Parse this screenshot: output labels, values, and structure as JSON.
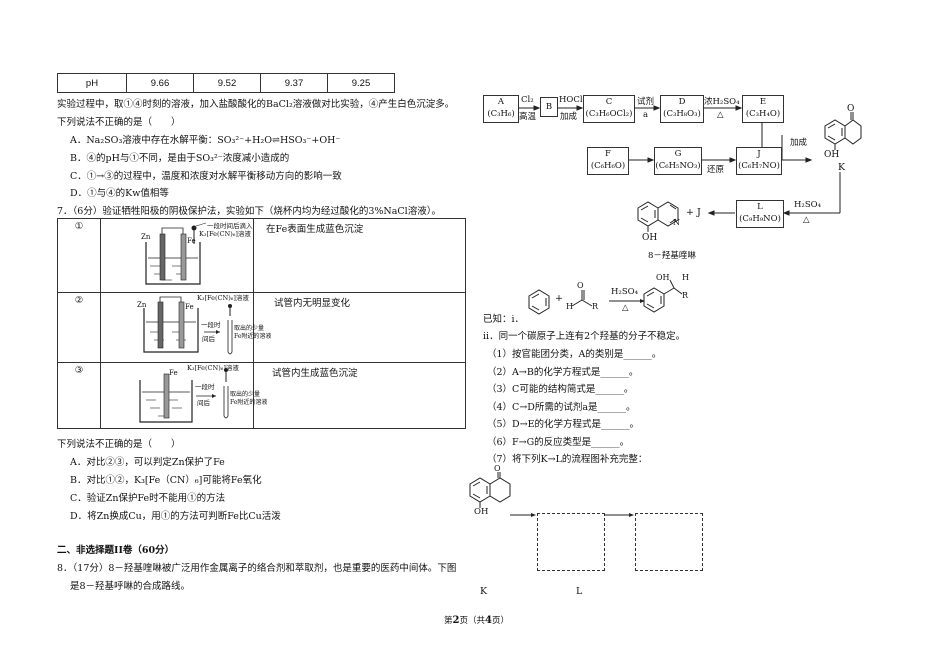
{
  "ph_table": {
    "label": "pH",
    "values": [
      "9.66",
      "9.52",
      "9.37",
      "9.25"
    ]
  },
  "q6_tail": {
    "text": "实验过程中，取①④时刻的溶液，加入盐酸酸化的BaCl₂溶液做对比实验，④产生白色沉淀多。",
    "stem": "下列说法不正确的是（　　）",
    "options": [
      "A．Na₂SO₃溶液中存在水解平衡：SO₃²⁻+H₂O⇌HSO₃⁻+OH⁻",
      "B．④的pH与①不同，是由于SO₃²⁻浓度减小造成的",
      "C．①→③的过程中，温度和浓度对水解平衡移动方向的影响一致",
      "D．①与④的Kw值相等"
    ]
  },
  "q7": {
    "stem": "7．（6分）验证牺牲阳极的阴极保护法，实验如下（烧杯内均为经过酸化的3%NaCl溶液）。",
    "rows": [
      {
        "num": "①",
        "result": "在Fe表面生成蓝色沉淀",
        "labels": [
          "Zn",
          "Fe",
          "一段时间后滴入",
          "K₃[Fe(CN)₆]溶液"
        ]
      },
      {
        "num": "②",
        "result": "试管内无明显变化",
        "labels": [
          "Zn",
          "Fe",
          "K₃[Fe(CN)₆]溶液",
          "一段时",
          "间后",
          "取出的少量",
          "Fe附近的溶液"
        ]
      },
      {
        "num": "③",
        "result": "试管内生成蓝色沉淀",
        "labels": [
          "Fe",
          "K₃[Fe(CN)₆]溶液",
          "一段时",
          "间后",
          "取出的少量",
          "Fe附近的溶液"
        ]
      }
    ],
    "question": "下列说法不正确的是（　　）",
    "options": [
      "A．对比②③，可以判定Zn保护了Fe",
      "B．对比①②，K₃[Fe（CN）₆]可能将Fe氧化",
      "C．验证Zn保护Fe时不能用①的方法",
      "D．将Zn换成Cu，用①的方法可判断Fe比Cu活泼"
    ]
  },
  "section2": {
    "title": "二、非选择题II卷（60分）",
    "q8_line1": "8．（17分）8－羟基喹啉被广泛用作金属离子的络合剂和萃取剂，也是重要的医药中间体。下图",
    "q8_line2": "是8－羟基呼啉的合成路线。"
  },
  "scheme": {
    "boxes": {
      "A": [
        "A",
        "(C₃H₆)"
      ],
      "B": [
        "B"
      ],
      "C": [
        "C",
        "(C₃H₆OCl₂)"
      ],
      "D": [
        "D",
        "(C₃H₈O₃)"
      ],
      "E": [
        "E",
        "(C₃H₄O)"
      ],
      "F": [
        "F",
        "(C₆H₆O)"
      ],
      "G": [
        "G",
        "(C₆H₅NO₃)"
      ],
      "J": [
        "J",
        "(C₆H₇NO)"
      ],
      "L": [
        "L",
        "(C₉H₉NO)"
      ]
    },
    "conditions": {
      "ab_top": "Cl₂",
      "ab_bot": "高温",
      "bc_top": "HOCl",
      "bc_bot": "加成",
      "cd_top": "试剂",
      "cd_bot": "a",
      "de_top": "浓H₂SO₄",
      "de_bot": "△",
      "jk": "加成",
      "gj_bot": "还原",
      "lj_top": "H₂SO₄",
      "lj_bot": "△",
      "plus_j": "+ J"
    },
    "k_label": "K",
    "product_name": "8－羟基喹啉",
    "oh": "OH",
    "o": "O"
  },
  "known": {
    "label": "已知：i．",
    "reagent_top": "H₂SO₄",
    "reagent_bot": "△",
    "ii": "ii．同一个碳原子上连有2个羟基的分子不稳定。",
    "r": "R",
    "h": "H"
  },
  "sub_questions": [
    "（1）按官能团分类，A的类别是______。",
    "（2）A→B的化学方程式是______。",
    "（3）C可能的结构简式是______。",
    "（4）C→D所需的试剂a是______。",
    "（5）D→E的化学方程式是______。",
    "（6）F→G的反应类型是______。",
    "（7）将下列K→L的流程图补充完整："
  ],
  "flow": {
    "k": "K",
    "l": "L",
    "oh": "OH",
    "o": "O"
  },
  "footer": {
    "pre": "第",
    "page": "2",
    "post": "页（共",
    "total": "4",
    "end": "页）"
  }
}
